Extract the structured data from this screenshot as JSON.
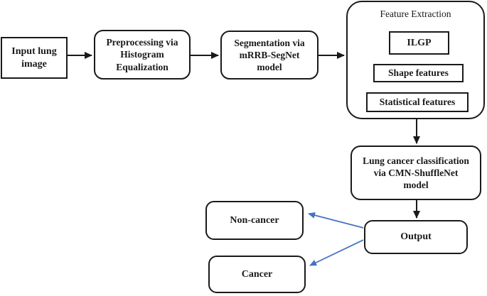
{
  "diagram": {
    "type": "flowchart",
    "description": "Lung cancer detection and classification pipeline"
  },
  "nodes": {
    "input": {
      "label": "Input lung image"
    },
    "preprocessing": {
      "label": "Preprocessing via Histogram Equalization"
    },
    "segmentation": {
      "label": "Segmentation via mRRB-SegNet model"
    },
    "feature_extraction": {
      "title": "Feature Extraction",
      "items": [
        {
          "label": "ILGP"
        },
        {
          "label": "Shape features"
        },
        {
          "label": "Statistical features"
        }
      ]
    },
    "classification": {
      "label": "Lung cancer classification via CMN-ShuffleNet model"
    },
    "output": {
      "label": "Output"
    },
    "non_cancer": {
      "label": "Non-cancer"
    },
    "cancer": {
      "label": "Cancer"
    }
  },
  "edges": [
    {
      "from": "input",
      "to": "preprocessing",
      "color": "#1a1a1a"
    },
    {
      "from": "preprocessing",
      "to": "segmentation",
      "color": "#1a1a1a"
    },
    {
      "from": "segmentation",
      "to": "feature_extraction",
      "color": "#1a1a1a"
    },
    {
      "from": "feature_extraction",
      "to": "classification",
      "color": "#1a1a1a"
    },
    {
      "from": "classification",
      "to": "output",
      "color": "#1a1a1a"
    },
    {
      "from": "output",
      "to": "non_cancer",
      "color": "#4472C4"
    },
    {
      "from": "output",
      "to": "cancer",
      "color": "#4472C4"
    }
  ],
  "colors": {
    "background": "#ffffff",
    "border": "#1a1a1a",
    "text": "#1a1a1a",
    "flow_arrow": "#1a1a1a",
    "result_arrow": "#4472C4"
  }
}
